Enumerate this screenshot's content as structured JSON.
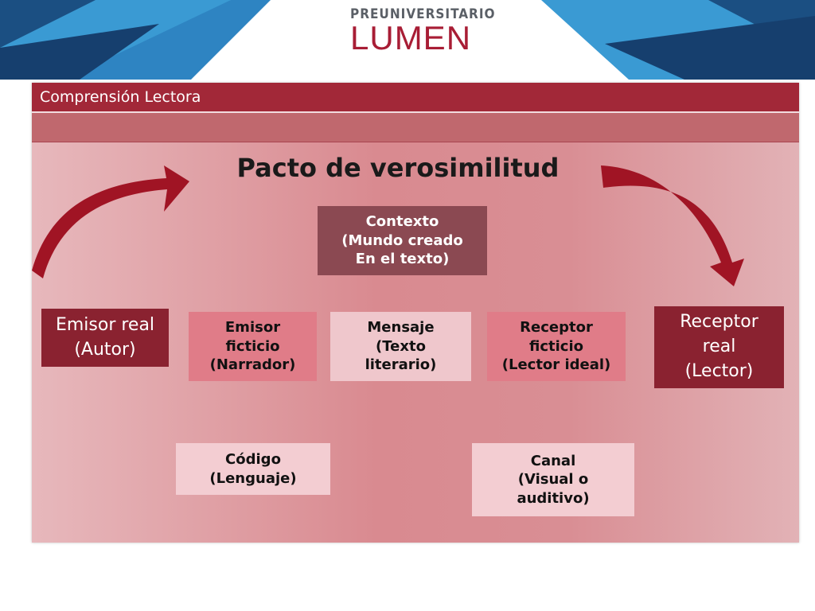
{
  "logo": {
    "line1": "PREUNIVERSITARIO",
    "line2": "LUMEN"
  },
  "header": {
    "title": "Comprensión Lectora"
  },
  "diagram": {
    "title": "Pacto de verosimilitud",
    "contexto": [
      "Contexto",
      "(Mundo creado",
      "En el texto)"
    ],
    "emisor_real": [
      "Emisor real",
      "(Autor)"
    ],
    "emisor_ficticio": [
      "Emisor",
      "ficticio",
      "(Narrador)"
    ],
    "mensaje": [
      "Mensaje",
      "(Texto",
      "literario)"
    ],
    "receptor_ficticio": [
      "Receptor",
      "ficticio",
      "(Lector ideal)"
    ],
    "receptor_real": [
      "Receptor",
      "real",
      "(Lector)"
    ],
    "codigo": [
      "Código",
      "(Lenguaje)"
    ],
    "canal": [
      "Canal",
      "(Visual o",
      "auditivo)"
    ]
  },
  "colors": {
    "brand_red": "#a81d35",
    "header_red": "#a22838",
    "dark_box": "#8a2230",
    "arrow_red": "#a01424"
  }
}
